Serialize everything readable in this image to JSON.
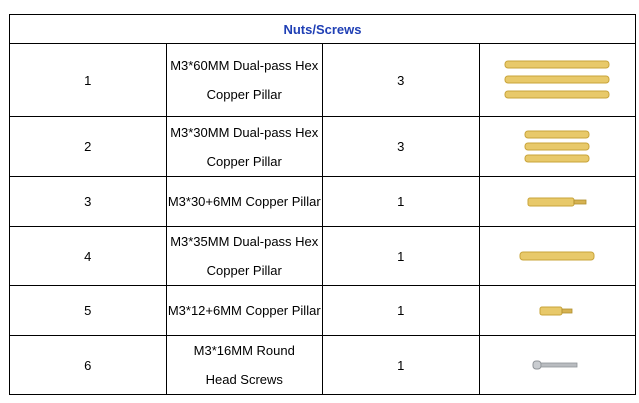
{
  "table": {
    "header": "Nuts/Screws",
    "rows": [
      {
        "index": "1",
        "name_line1": "M3*60MM Dual-pass Hex",
        "name_line2": "Copper Pillar",
        "quantity": "3",
        "image": "three-long-brass-hex-standoffs"
      },
      {
        "index": "2",
        "name_line1": "M3*30MM Dual-pass Hex",
        "name_line2": "Copper Pillar",
        "quantity": "3",
        "image": "three-medium-brass-hex-standoffs"
      },
      {
        "index": "3",
        "name_line1": "M3*30+6MM Copper Pillar",
        "name_line2": "",
        "quantity": "1",
        "image": "brass-standoff-with-thread"
      },
      {
        "index": "4",
        "name_line1": "M3*35MM Dual-pass Hex",
        "name_line2": "Copper Pillar",
        "quantity": "1",
        "image": "single-brass-hex-standoff"
      },
      {
        "index": "5",
        "name_line1": "M3*12+6MM Copper Pillar",
        "name_line2": "",
        "quantity": "1",
        "image": "short-brass-standoff-with-thread"
      },
      {
        "index": "6",
        "name_line1": "M3*16MM Round",
        "name_line2": "Head Screws",
        "quantity": "1",
        "image": "round-head-screw"
      }
    ]
  },
  "colors": {
    "header_text": "#1f3fb5",
    "brass": "#e8c96a",
    "brass_shadow": "#c9a43a",
    "screw": "#b9bcc0"
  }
}
